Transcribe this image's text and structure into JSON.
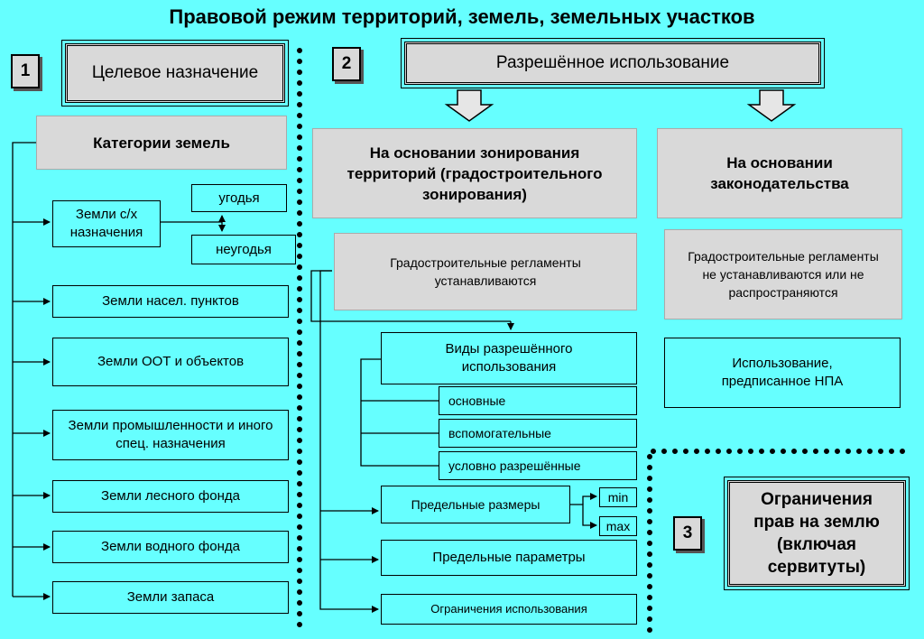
{
  "title": "Правовой режим территорий, земель, земельных участков",
  "section1": {
    "number": "1",
    "header": "Целевое назначение",
    "categories_header": "Категории земель",
    "lands": [
      "Земли с/х назначения",
      "Земли насел. пунктов",
      "Земли ООТ и объектов",
      "Земли промышленности и иного спец. назначения",
      "Земли лесного фонда",
      "Земли водного фонда",
      "Земли запаса"
    ],
    "agri_sub": [
      "угодья",
      "неугодья"
    ]
  },
  "section2": {
    "number": "2",
    "header": "Разрешённое использование",
    "zoning_header": "На основании зонирования территорий (градостроительного зонирования)",
    "law_header": "На основании законодательства",
    "regulations_set": "Градостроительные регламенты устанавливаются",
    "regulations_not_set": "Градостроительные регламенты не устанавливаются или не распространяются",
    "npa_usage": "Использование, предписанное НПА",
    "usage_types": "Виды разрешённого использования",
    "usage_items": [
      "основные",
      "вспомогательные",
      "условно разрешённые"
    ],
    "limit_sizes": "Предельные размеры",
    "limit_min": "min",
    "limit_max": "max",
    "limit_params": "Предельные параметры",
    "usage_restrictions": "Ограничения использования"
  },
  "section3": {
    "number": "3",
    "header": "Ограничения прав на землю (включая сервитуты)"
  },
  "colors": {
    "background": "#66FFFF",
    "box": "#D9D9D9"
  }
}
